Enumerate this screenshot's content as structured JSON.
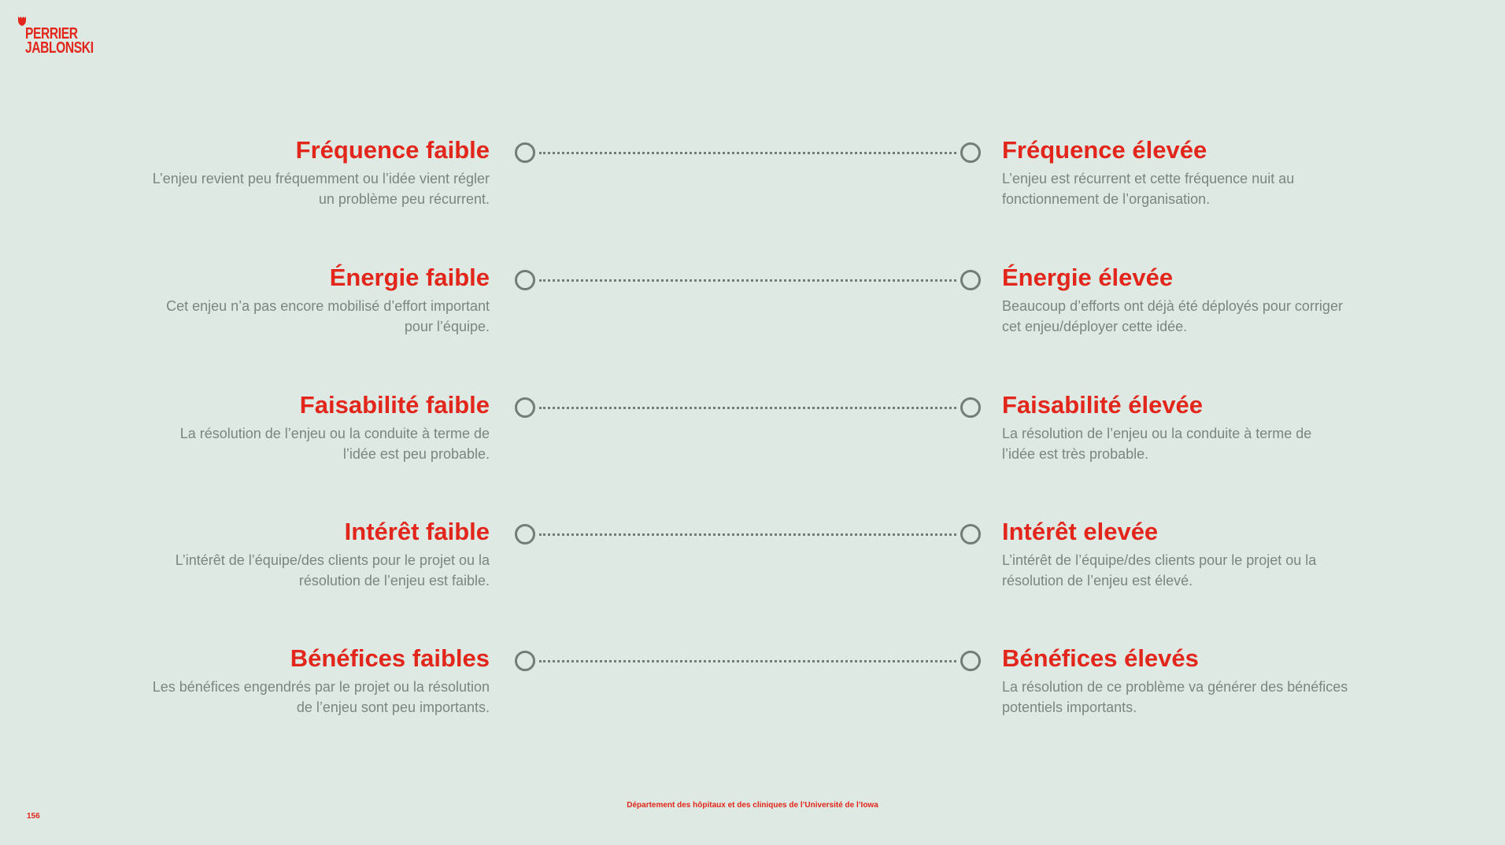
{
  "logo": {
    "line1": "PERRIER",
    "line2": "JABLONSKI"
  },
  "rows": [
    {
      "left_title": "Fréquence faible",
      "left_desc": "L’enjeu revient peu fréquemment ou l’idée vient régler un problème peu récurrent.",
      "right_title": "Fréquence élevée",
      "right_desc": "L’enjeu est récurrent et cette fréquence nuit au fonctionnement de l’organisation."
    },
    {
      "left_title": "Énergie faible",
      "left_desc": "Cet enjeu n’a pas encore mobilisé d’effort important pour l’équipe.",
      "right_title": "Énergie élevée",
      "right_desc": "Beaucoup d’efforts ont déjà été déployés pour corriger cet enjeu/déployer cette idée."
    },
    {
      "left_title": "Faisabilité faible",
      "left_desc": "La résolution de l’enjeu ou la conduite à terme de l’idée est peu probable.",
      "right_title": "Faisabilité élevée",
      "right_desc": "La résolution de l’enjeu ou la conduite à terme de l’idée est très probable."
    },
    {
      "left_title": "Intérêt faible",
      "left_desc": "L’intérêt de l’équipe/des clients pour le projet ou la résolution de l’enjeu est faible.",
      "right_title": "Intérêt elevée",
      "right_desc": "L’intérêt de l’équipe/des clients pour le projet ou la résolution de l’enjeu est élevé."
    },
    {
      "left_title": "Bénéfices faibles",
      "left_desc": "Les bénéfices engendrés par le projet ou la résolution de l’enjeu sont peu importants.",
      "right_title": "Bénéfices élevés",
      "right_desc": "La résolution de ce problème va générer des bénéfices potentiels importants."
    }
  ],
  "footer": "Département des hôpitaux et des cliniques de l’Université de l’Iowa",
  "page_number": "156",
  "colors": {
    "accent": "#e2261c",
    "background": "#dde9e2",
    "text_muted": "#7c8580",
    "connector": "#737c77"
  }
}
